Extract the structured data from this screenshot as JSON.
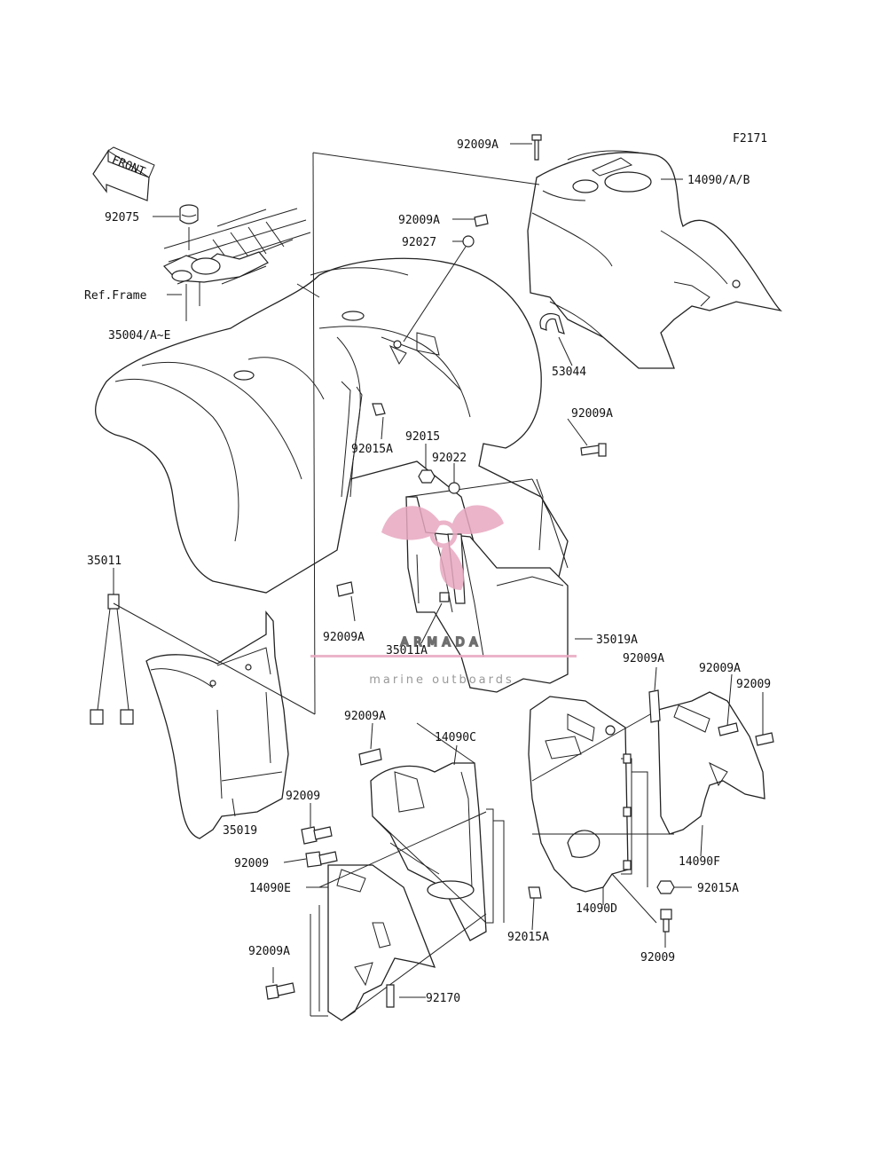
{
  "figure_code": "F2171",
  "front_label": "FRONT",
  "labels": [
    {
      "id": "92009A-top",
      "text": "92009A"
    },
    {
      "id": "14090AB",
      "text": "14090/A/B"
    },
    {
      "id": "92075",
      "text": "92075"
    },
    {
      "id": "92009A-mid",
      "text": "92009A"
    },
    {
      "id": "92027",
      "text": "92027"
    },
    {
      "id": "ref-frame",
      "text": "Ref.Frame"
    },
    {
      "id": "35004",
      "text": "35004/A~E"
    },
    {
      "id": "53044",
      "text": "53044"
    },
    {
      "id": "92009A-right",
      "text": "92009A"
    },
    {
      "id": "92015",
      "text": "92015"
    },
    {
      "id": "92015A-upper",
      "text": "92015A"
    },
    {
      "id": "92022",
      "text": "92022"
    },
    {
      "id": "35011",
      "text": "35011"
    },
    {
      "id": "92009A-center",
      "text": "92009A"
    },
    {
      "id": "35011A",
      "text": "35011A"
    },
    {
      "id": "35019A",
      "text": "35019A"
    },
    {
      "id": "92009A-r1",
      "text": "92009A"
    },
    {
      "id": "92009A-r2",
      "text": "92009A"
    },
    {
      "id": "92009-r3",
      "text": "92009"
    },
    {
      "id": "92009A-lowmid",
      "text": "92009A"
    },
    {
      "id": "14090C",
      "text": "14090C"
    },
    {
      "id": "92009-a",
      "text": "92009"
    },
    {
      "id": "35019",
      "text": "35019"
    },
    {
      "id": "92009-b",
      "text": "92009"
    },
    {
      "id": "14090E",
      "text": "14090E"
    },
    {
      "id": "14090F",
      "text": "14090F"
    },
    {
      "id": "92015A-right",
      "text": "92015A"
    },
    {
      "id": "92015A-low",
      "text": "92015A"
    },
    {
      "id": "14090D",
      "text": "14090D"
    },
    {
      "id": "92009A-low",
      "text": "92009A"
    },
    {
      "id": "92009-bottom",
      "text": "92009"
    },
    {
      "id": "92170",
      "text": "92170"
    }
  ],
  "watermark": {
    "brand": "ARMADA",
    "tagline": "marine outboards",
    "color": "#e8a8c0"
  }
}
